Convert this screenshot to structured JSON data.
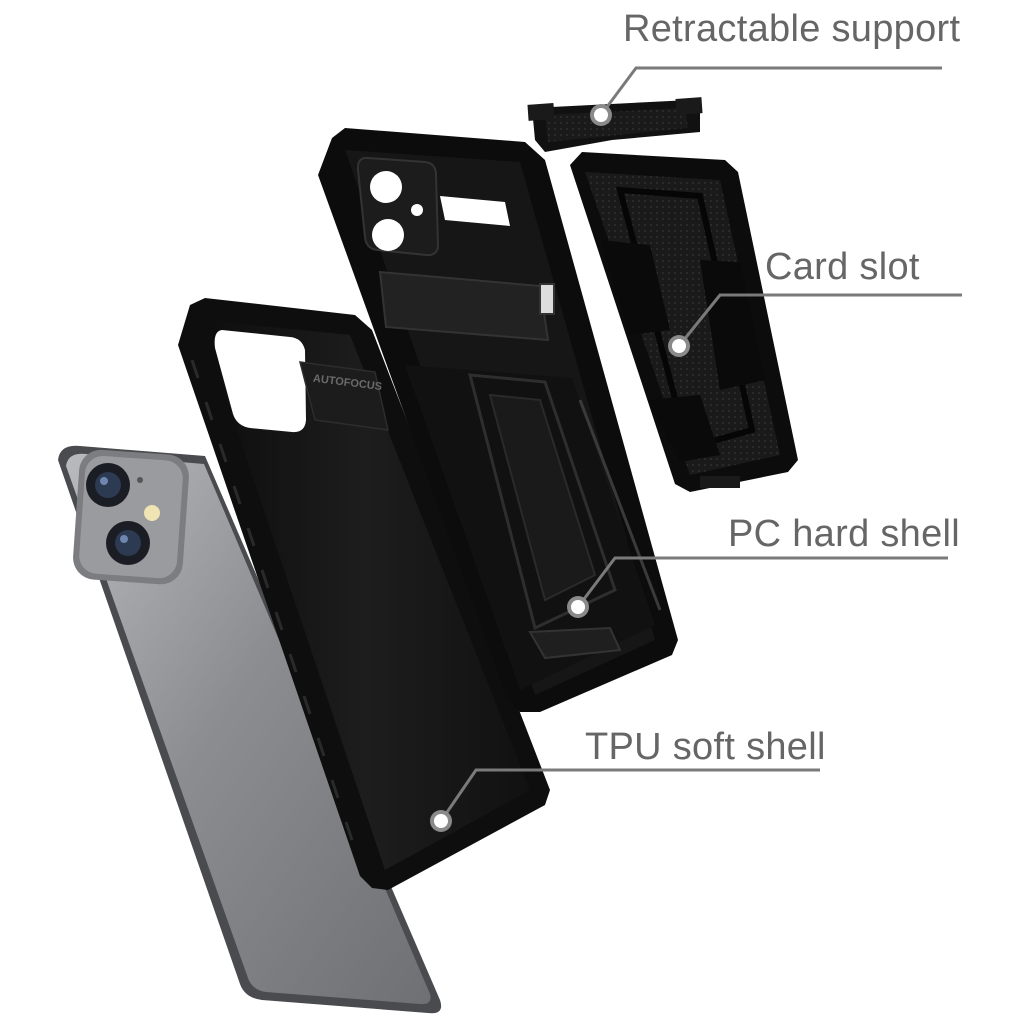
{
  "labels": {
    "retractable_support": "Retractable support",
    "card_slot": "Card slot",
    "pc_hard_shell": "PC hard shell",
    "tpu_soft_shell": "TPU soft shell"
  },
  "embossed_text": "AUTOFOCUS",
  "colors": {
    "background": "#ffffff",
    "label_text": "#666666",
    "leader_line": "#7a7a7a",
    "case_black": "#151515",
    "phone_silver": "#8e8e90"
  },
  "icons": {
    "callout_marker": "circle-dot-marker"
  }
}
